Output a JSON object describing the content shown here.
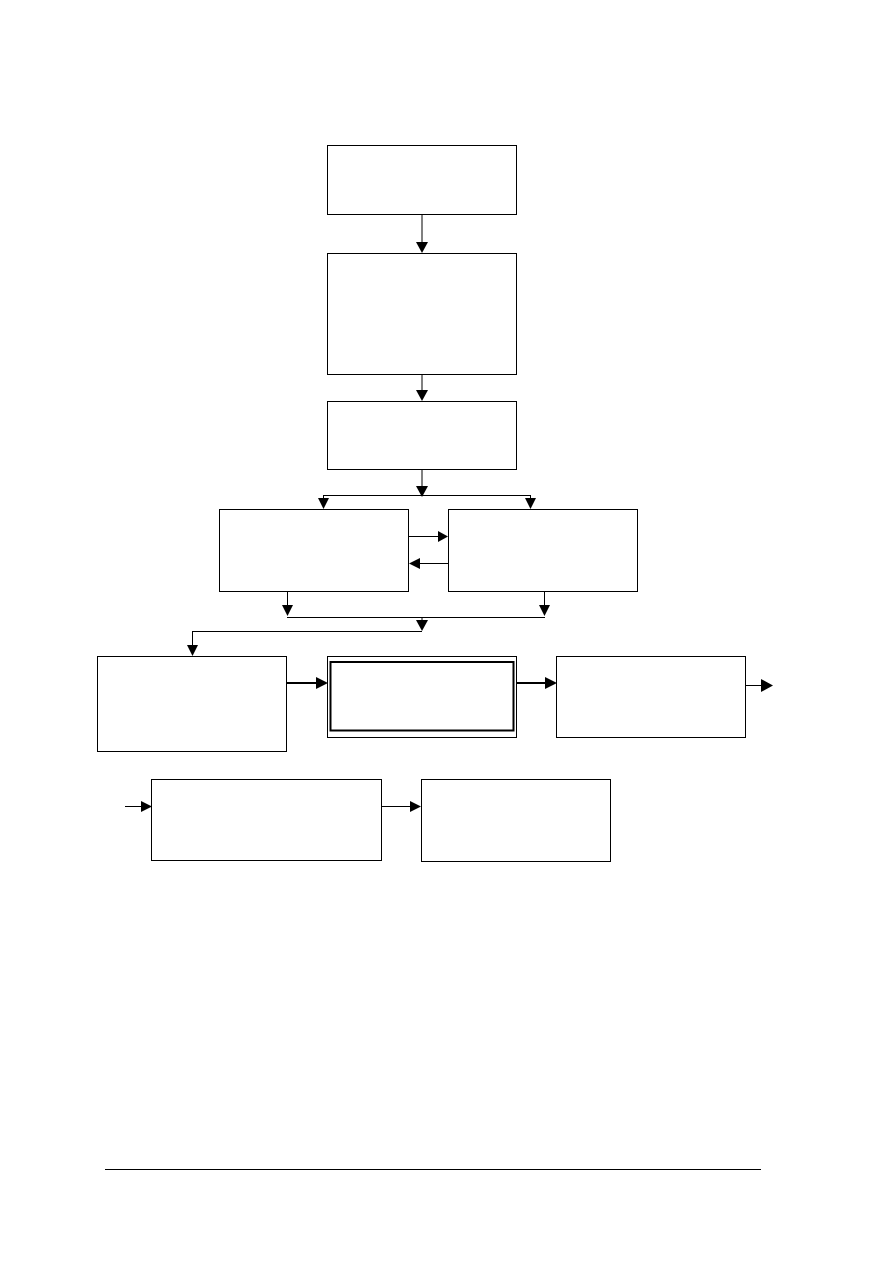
{
  "diagram": {
    "boxes": [
      {
        "id": "step-1",
        "text": ""
      },
      {
        "id": "step-2",
        "text": ""
      },
      {
        "id": "step-3",
        "text": ""
      },
      {
        "id": "step-4a",
        "text": ""
      },
      {
        "id": "step-4b",
        "text": ""
      },
      {
        "id": "step-5",
        "text": ""
      },
      {
        "id": "step-6",
        "text": ""
      },
      {
        "id": "step-7",
        "text": ""
      },
      {
        "id": "step-8",
        "text": ""
      },
      {
        "id": "step-9",
        "text": ""
      }
    ]
  },
  "colors": {
    "line": "#000000",
    "background": "#ffffff"
  }
}
